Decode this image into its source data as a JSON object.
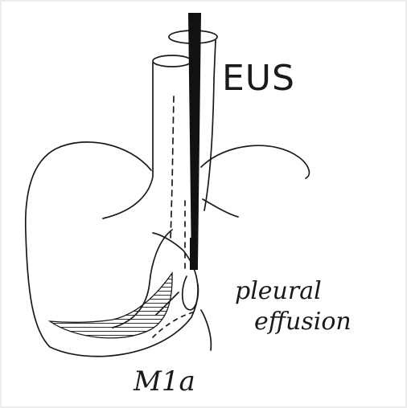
{
  "labels": {
    "eus": "EUS",
    "pleural_effusion_line1": "pleural",
    "pleural_effusion_line2": "effusion",
    "m1a": "M1a"
  },
  "colors": {
    "ink": "#1a1a1a",
    "background": "#ffffff",
    "scope": "#111111"
  }
}
